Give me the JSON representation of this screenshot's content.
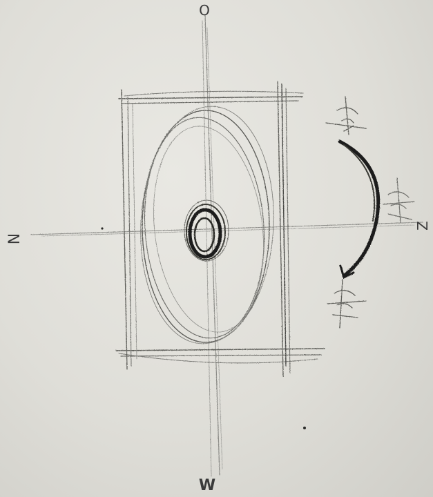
{
  "labels": {
    "top": "O",
    "bottom": "W",
    "left": "N",
    "right": "Z"
  },
  "colors": {
    "paper": "#e4e3de",
    "pencil_light": "#8a8a86",
    "pencil_mid": "#5e5e5a",
    "pencil_dark": "#1e1e1c"
  },
  "icons": {
    "rotation_start": "pin-figure-icon",
    "rotation_middle": "pin-figure-icon",
    "rotation_end": "pin-figure-icon",
    "rotation_arrow": "curved-arrow-icon"
  }
}
